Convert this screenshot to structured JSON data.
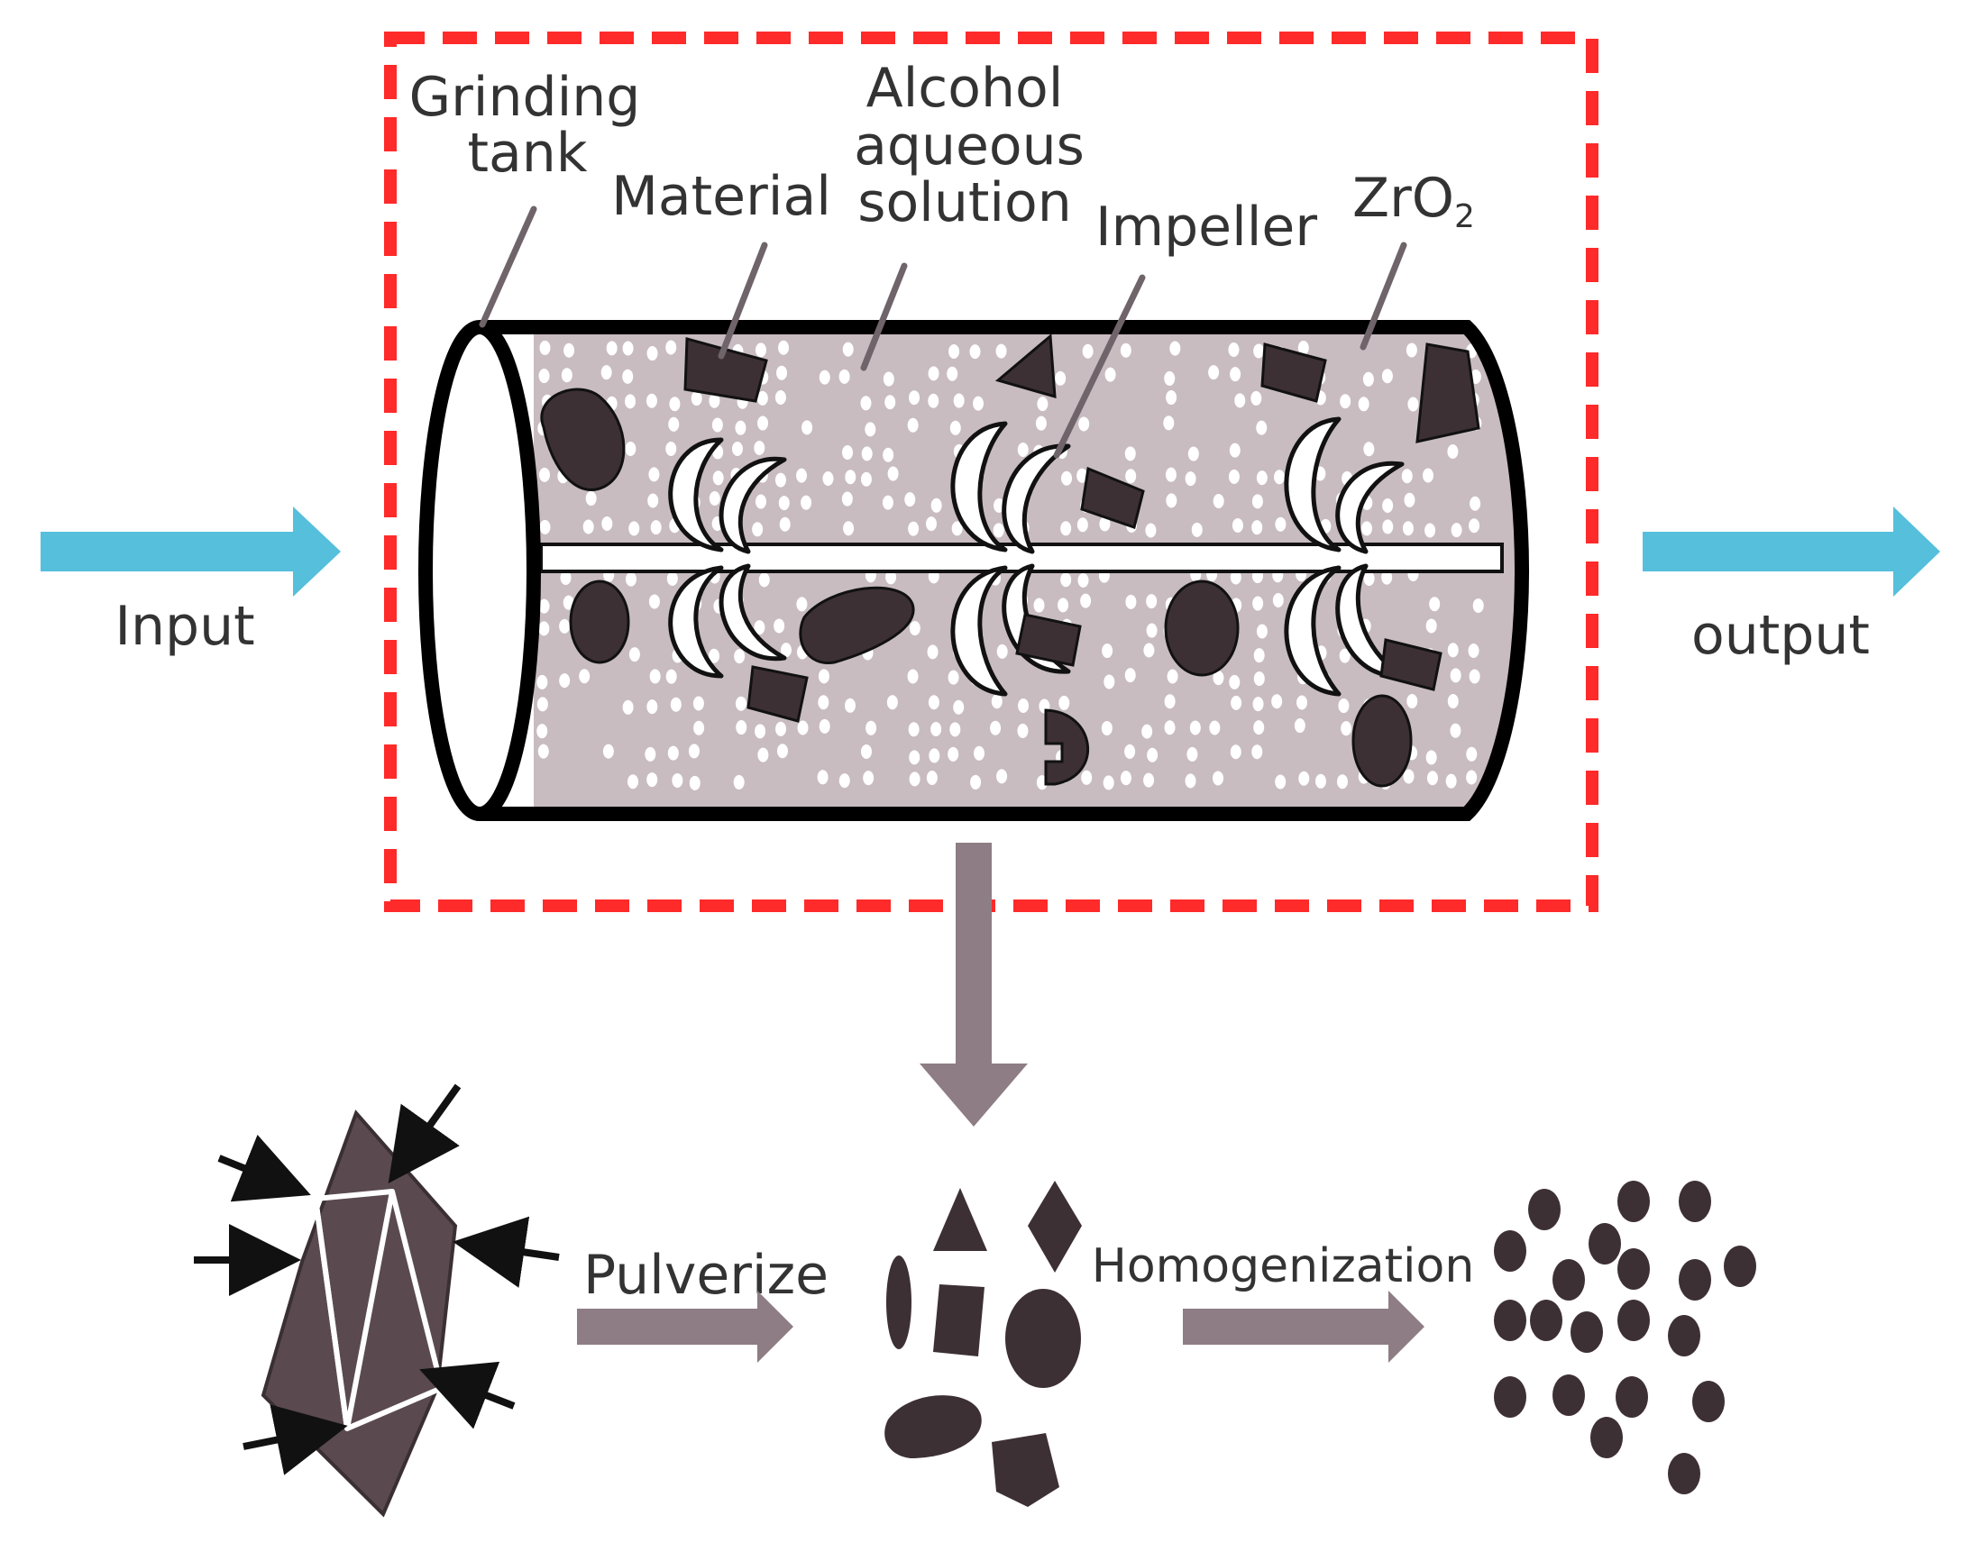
{
  "labels": {
    "grinding_tank_line1": "Grinding",
    "grinding_tank_line2": "tank",
    "material": "Material",
    "alcohol_line1": "Alcohol",
    "alcohol_line2": "aqueous",
    "alcohol_line3": "solution",
    "impeller": "Impeller",
    "zro2_base": "ZrO",
    "zro2_sub": "2",
    "input": "Input",
    "output": "output",
    "pulverize": "Pulverize",
    "homogenization": "Homogenization"
  },
  "colors": {
    "frame": "#ff2a2a",
    "io_arrow": "#55bfdc",
    "particle": "#3d3034",
    "slurry": "#c8bcc1",
    "flow_arrow": "#8e7d84",
    "text": "#333333"
  }
}
